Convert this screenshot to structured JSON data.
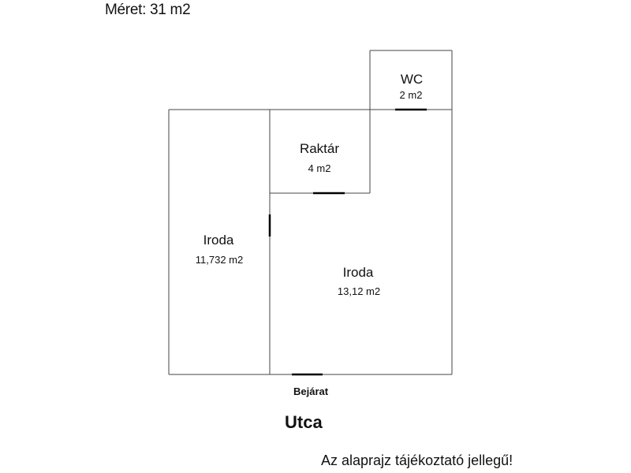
{
  "header": {
    "title": "Méret: 31 m2"
  },
  "rooms": [
    {
      "id": "wc",
      "name": "WC",
      "area": "2 m2"
    },
    {
      "id": "storage",
      "name": "Raktár",
      "area": "4 m2"
    },
    {
      "id": "office-left",
      "name": "Iroda",
      "area": "11,732 m2"
    },
    {
      "id": "office-main",
      "name": "Iroda",
      "area": "13,12 m2"
    }
  ],
  "labels": {
    "entrance": "Bejárat",
    "street": "Utca",
    "disclaimer": "Az alaprajz tájékoztató jellegű!"
  }
}
